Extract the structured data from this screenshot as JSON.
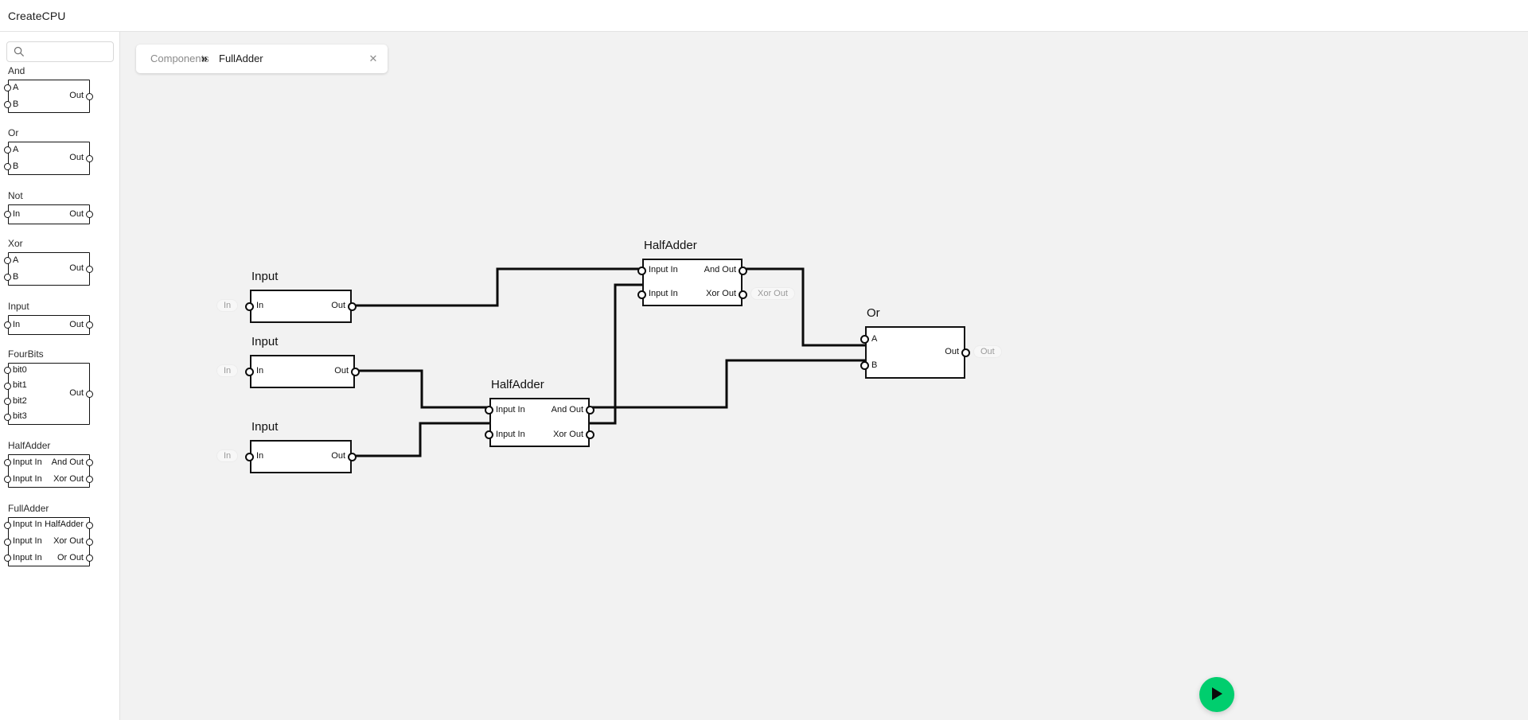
{
  "app": {
    "title": "CreateCPU"
  },
  "sidebar": {
    "search": {
      "value": "",
      "placeholder": "",
      "icon": "search-icon"
    },
    "items": [
      {
        "name": "And",
        "inputs": [
          "A",
          "B"
        ],
        "outputs": [
          "Out"
        ]
      },
      {
        "name": "Or",
        "inputs": [
          "A",
          "B"
        ],
        "outputs": [
          "Out"
        ]
      },
      {
        "name": "Not",
        "inputs": [
          "In"
        ],
        "outputs": [
          "Out"
        ]
      },
      {
        "name": "Xor",
        "inputs": [
          "A",
          "B"
        ],
        "outputs": [
          "Out"
        ]
      },
      {
        "name": "Input",
        "inputs": [
          "In"
        ],
        "outputs": [
          "Out"
        ]
      },
      {
        "name": "FourBits",
        "inputs": [
          "bit0",
          "bit1",
          "bit2",
          "bit3"
        ],
        "outputs": [
          "Out"
        ]
      },
      {
        "name": "HalfAdder",
        "inputs": [
          "Input In",
          "Input In"
        ],
        "outputs": [
          "And Out",
          "Xor Out"
        ]
      },
      {
        "name": "FullAdder",
        "inputs": [
          "Input In",
          "Input In",
          "Input In"
        ],
        "outputs": [
          "HalfAdder",
          "Xor Out",
          "Or Out"
        ]
      }
    ]
  },
  "tab": {
    "breadcrumb_root": "Components",
    "breadcrumb_separator": "»",
    "breadcrumb_current": "FullAdder",
    "close_icon": "close-icon",
    "close_label": "✕"
  },
  "canvas": {
    "nodes": [
      {
        "id": "input-1",
        "title": "Input",
        "inputs": [
          "In"
        ],
        "outputs": [
          "Out"
        ],
        "pill_left": "In"
      },
      {
        "id": "input-2",
        "title": "Input",
        "inputs": [
          "In"
        ],
        "outputs": [
          "Out"
        ],
        "pill_left": "In"
      },
      {
        "id": "input-3",
        "title": "Input",
        "inputs": [
          "In"
        ],
        "outputs": [
          "Out"
        ],
        "pill_left": "In"
      },
      {
        "id": "halfadder-top",
        "title": "HalfAdder",
        "inputs": [
          "Input In",
          "Input In"
        ],
        "outputs": [
          "And Out",
          "Xor Out"
        ],
        "pill_right": "Xor Out"
      },
      {
        "id": "halfadder-bottom",
        "title": "HalfAdder",
        "inputs": [
          "Input In",
          "Input In"
        ],
        "outputs": [
          "And Out",
          "Xor Out"
        ]
      },
      {
        "id": "or-gate",
        "title": "Or",
        "inputs": [
          "A",
          "B"
        ],
        "outputs": [
          "Out"
        ],
        "pill_right": "Out"
      }
    ]
  },
  "run_button": {
    "icon": "play-icon",
    "color": "#00ce6e"
  }
}
